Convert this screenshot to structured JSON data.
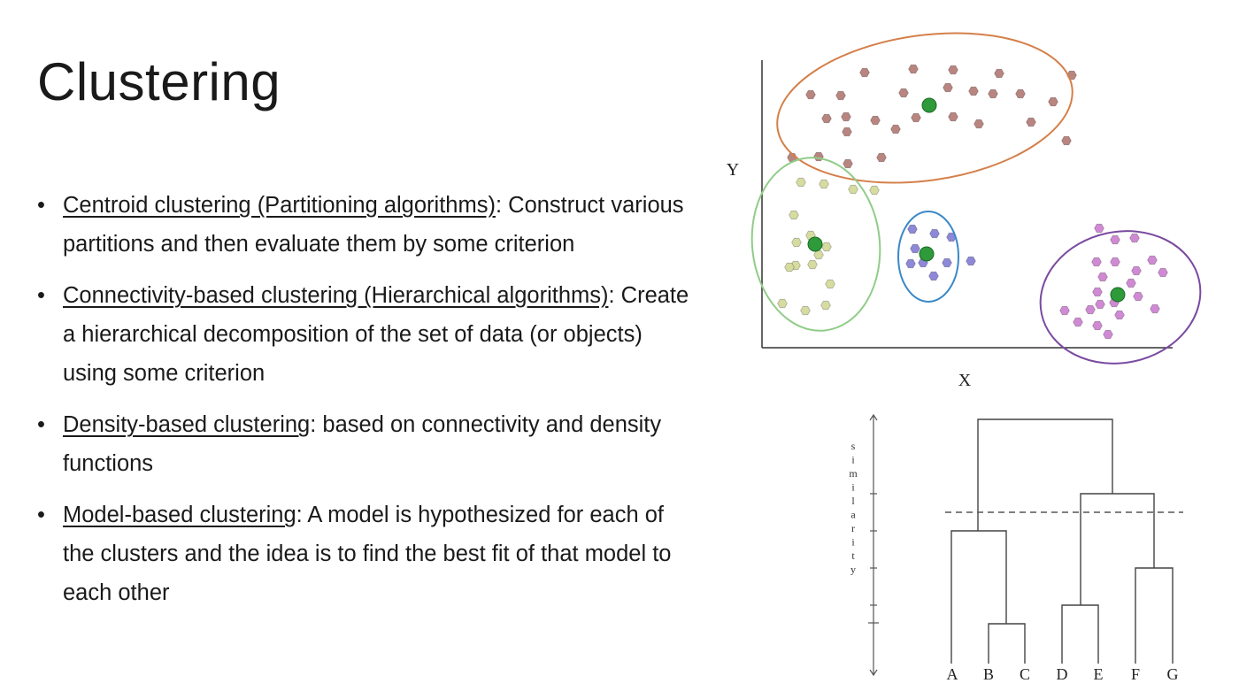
{
  "slide": {
    "title": "Clustering",
    "bullets": [
      {
        "term": "Centroid clustering (Partitioning algorithms)",
        "sep": ":",
        "text": " Construct various partitions and then evaluate them by some criterion"
      },
      {
        "term": "Connectivity-based clustering (Hierarchical algorithms)",
        "sep": ":",
        "text": " Create a hierarchical decomposition of the set of data (or objects) using some criterion"
      },
      {
        "term": "Density-based clustering",
        "sep": ":",
        "text": " based on connectivity and density functions"
      },
      {
        "term": "Model-based clustering",
        "sep": ":",
        "text": " A model is hypothesized for each of the clusters and the idea is to find the best fit of that model to each other"
      }
    ],
    "bullet_glyph": "•"
  },
  "scatter": {
    "x_label": "X",
    "y_label": "Y",
    "colors": {
      "brown": "#b98580",
      "olive": "#d6dca0",
      "blue": "#8d88d8",
      "purple": "#d08ad4",
      "centroid": "#2e9a3a",
      "brown_ring": "#d4804a",
      "green_ring": "#90cc88",
      "blue_ring": "#3a88c8",
      "purple_ring": "#7a4aa0"
    }
  },
  "dendrogram": {
    "axis_label": "similarity",
    "leaves": [
      "A",
      "B",
      "C",
      "D",
      "E",
      "F",
      "G"
    ]
  }
}
